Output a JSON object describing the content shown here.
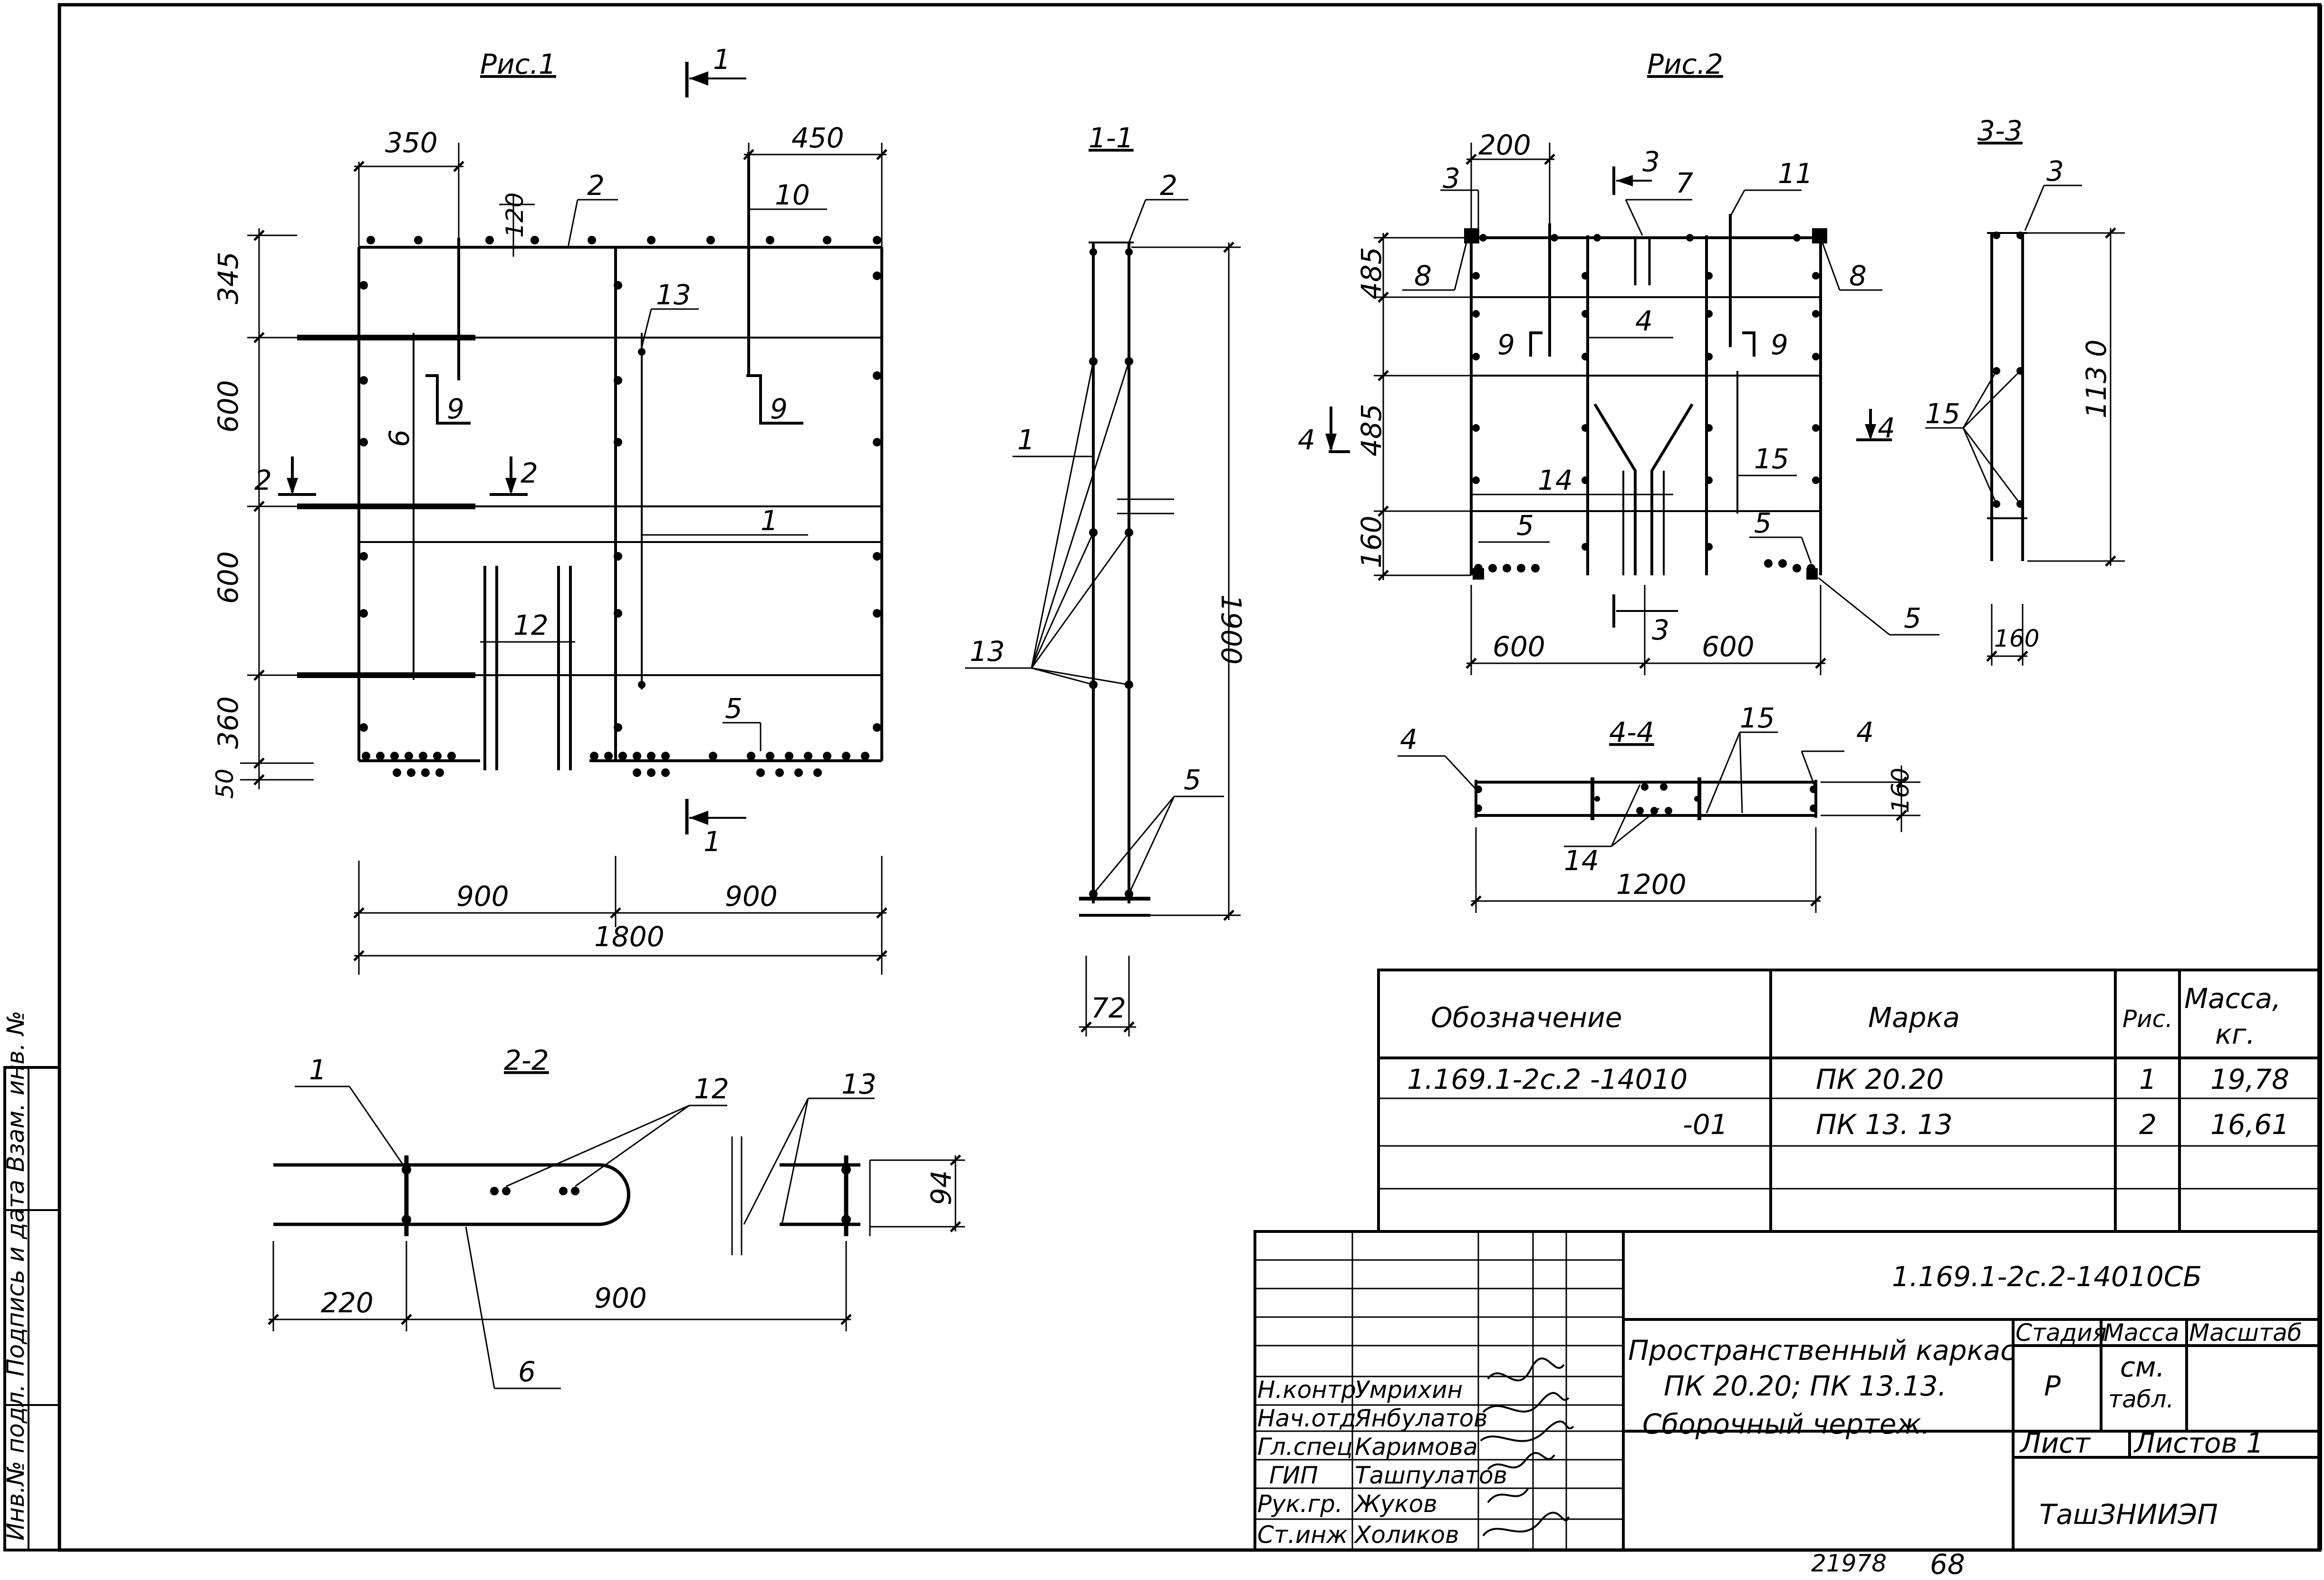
{
  "fig1": {
    "title": "Рис.1",
    "cut_mark": "1",
    "cut_bottom": "1",
    "dims": {
      "d350": "350",
      "d450": "450",
      "d120": "120",
      "d345": "345",
      "d600a": "600",
      "d600b": "600",
      "d360": "360",
      "d50": "50",
      "d900a": "900",
      "d900b": "900",
      "d1800": "1800"
    },
    "labels": {
      "l2": "2",
      "l10": "10",
      "l13": "13",
      "l9a": "9",
      "l9b": "9",
      "l6": "6",
      "l2sec": "2",
      "l2secb": "2",
      "l1": "1",
      "l12": "12",
      "l5": "5"
    }
  },
  "sec11": {
    "title": "1-1",
    "labels": {
      "l2": "2",
      "l1": "1",
      "l13": "13",
      "l5": "5"
    },
    "dims": {
      "d1900": "1900",
      "d72": "72"
    }
  },
  "sec22": {
    "title": "2-2",
    "labels": {
      "l1": "1",
      "l12": "12",
      "l13": "13",
      "l6": "6"
    },
    "dims": {
      "d94": "94",
      "d220": "220",
      "d900": "900"
    }
  },
  "fig2": {
    "title": "Рис.2",
    "dims": {
      "d200": "200",
      "d485a": "485",
      "d485b": "485",
      "d160": "160",
      "d600a": "600",
      "d600b": "600"
    },
    "labels": {
      "l3": "3",
      "l3cut": "3",
      "l3cutb": "3",
      "l7": "7",
      "l11": "11",
      "l8a": "8",
      "l8b": "8",
      "l9a": "9",
      "l9b": "9",
      "l4": "4",
      "l4cut": "4",
      "l4cutb": "4",
      "l14": "14",
      "l15": "15",
      "l5a": "5",
      "l5b": "5",
      "l5c": "5"
    }
  },
  "sec33": {
    "title": "3-3",
    "labels": {
      "l3": "3",
      "l15": "15"
    },
    "dims": {
      "d1130": "113 0",
      "d160": "160"
    }
  },
  "sec44": {
    "title": "4-4",
    "labels": {
      "l4a": "4",
      "l4b": "4",
      "l15": "15",
      "l14": "14"
    },
    "dims": {
      "d160": "160",
      "d1200": "1200"
    }
  },
  "spec": {
    "headers": {
      "designation": "Обозначение",
      "mark": "Марка",
      "fig": "Рис.",
      "mass1": "Масса,",
      "mass2": "кг."
    },
    "rows": [
      {
        "designation": "1.169.1-2с.2 -14010",
        "mark": "ПК 20.20",
        "fig": "1",
        "mass": "19,78"
      },
      {
        "designation": "-01",
        "mark": "ПК 13. 13",
        "fig": "2",
        "mass": "16,61"
      }
    ]
  },
  "stamp": {
    "code": "1.169.1-2с.2-14010СБ",
    "title_lines": [
      "Пространственный каркас",
      "ПК 20.20;  ПК 13.13.",
      "Сборочный  чертеж."
    ],
    "stage_label": "Стадия",
    "mass_label": "Масса",
    "scale_label": "Масштаб",
    "stage_value": "Р",
    "mass_value_1": "см.",
    "mass_value_2": "табл.",
    "sheet_label": "Лист",
    "sheets_label": "Листов 1",
    "org": "ТашЗНИИЭП",
    "people": [
      {
        "role": "Н.контр",
        "name": "Умрихин"
      },
      {
        "role": "Нач.отд",
        "name": "Янбулатов"
      },
      {
        "role": "Гл.спец",
        "name": "Каримова"
      },
      {
        "role": "ГИП",
        "name": "Ташпулатов"
      },
      {
        "role": "Рук.гр.",
        "name": "Жуков"
      },
      {
        "role": "Ст.инж",
        "name": "Холиков"
      }
    ]
  },
  "margin_stamp": "Инв.№ подл.   Подпись и дата   Взам. инв. №",
  "footer": {
    "number": "21978",
    "page": "68"
  }
}
